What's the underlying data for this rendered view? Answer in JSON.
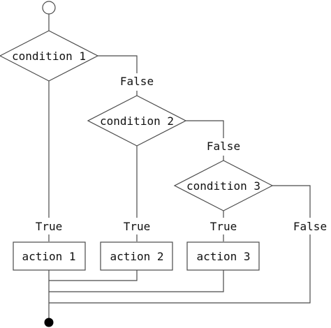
{
  "conditions": [
    {
      "label": "condition 1",
      "true_label": "True",
      "false_label": "False"
    },
    {
      "label": "condition 2",
      "true_label": "True",
      "false_label": "False"
    },
    {
      "label": "condition 3",
      "true_label": "True",
      "false_label": "False"
    }
  ],
  "actions": [
    {
      "label": "action 1"
    },
    {
      "label": "action 2"
    },
    {
      "label": "action 3"
    }
  ]
}
